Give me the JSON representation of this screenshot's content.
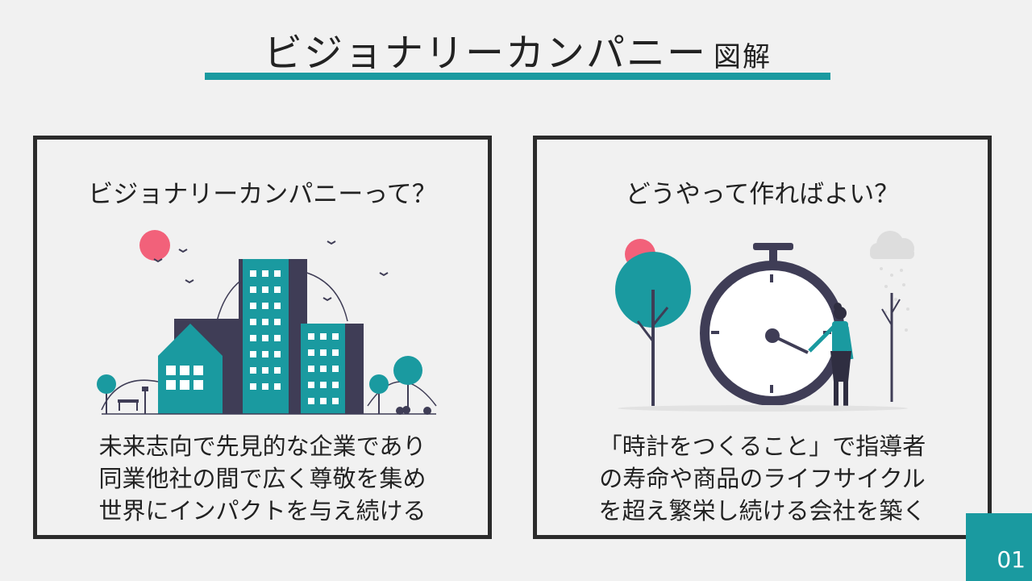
{
  "title": {
    "main": "ビジョナリーカンパニー",
    "sub": "図解"
  },
  "cards": [
    {
      "heading": "ビジョナリーカンパニーって？",
      "lines": [
        "未来志向で先見的な企業であり",
        "同業他社の間で広く尊敬を集め",
        "世界にインパクトを与え続ける"
      ],
      "illustration": "city-buildings"
    },
    {
      "heading": "どうやって作ればよい？",
      "lines": [
        "「時計をつくること」で指導者",
        "の寿命や商品のライフサイクル",
        "を超え繁栄し続ける会社を築く"
      ],
      "illustration": "woman-with-clock"
    }
  ],
  "page_number": "01",
  "colors": {
    "accent": "#1a9aa0",
    "dark": "#3f3d56",
    "sun": "#f2617a",
    "border": "#2b2b2b"
  }
}
